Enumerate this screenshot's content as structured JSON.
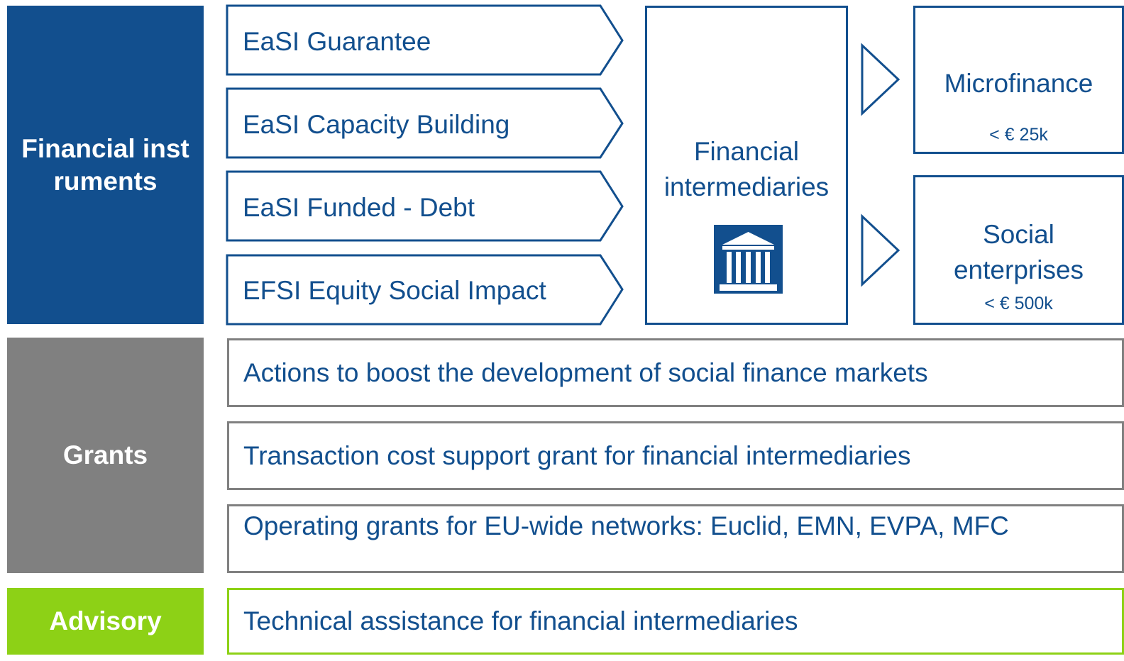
{
  "categories": {
    "financial_instruments": "Financial instruments",
    "grants": "Grants",
    "advisory": "Advisory"
  },
  "instruments": [
    "EaSI Guarantee",
    "EaSI Capacity Building",
    "EaSI Funded - Debt",
    "EFSI Equity Social Impact"
  ],
  "intermediaries": {
    "label": "Financial intermediaries",
    "icon": "bank-icon"
  },
  "destinations": {
    "microfinance": {
      "title": "Microfinance",
      "limit": "< € 25k"
    },
    "social_enterprises": {
      "title": "Social enterprises",
      "limit": "< € 500k"
    }
  },
  "grant_actions": [
    "Actions to boost the development of social finance markets",
    "Transaction cost support grant for financial intermediaries",
    "Operating grants for EU-wide networks: Euclid, EMN, EVPA, MFC"
  ],
  "advisory_action": "Technical assistance for financial intermediaries",
  "colors": {
    "financial": "#124f8e",
    "grants": "#808080",
    "advisory": "#8dd116",
    "text": "#124f8e"
  }
}
